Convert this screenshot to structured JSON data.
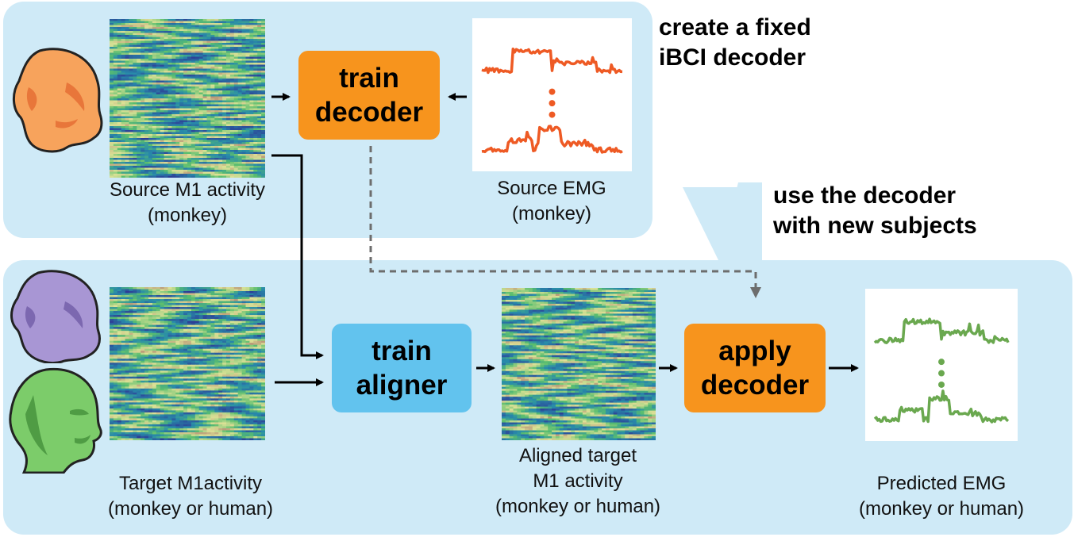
{
  "boxes": {
    "train_decoder": "train\ndecoder",
    "train_aligner": "train\naligner",
    "apply_decoder": "apply\ndecoder"
  },
  "labels": {
    "source_m1": "Source M1 activity\n(monkey)",
    "source_emg": "Source EMG\n(monkey)",
    "target_m1": "Target M1activity\n(monkey or human)",
    "aligned_m1": "Aligned target\nM1 activity\n(monkey or human)",
    "predicted_emg": "Predicted EMG\n(monkey or human)"
  },
  "notes": {
    "fixed_decoder": "create a fixed\niBCI decoder",
    "new_subjects": "use the decoder\nwith new subjects"
  },
  "colors": {
    "panel": "#cfeaf7",
    "decoder_box": "#f7941d",
    "aligner_box": "#62c3ee",
    "source_emg_trace": "#ee5a24",
    "predicted_emg_trace": "#6aa84f",
    "monkey_source": "#f7a35c",
    "monkey_target": "#a896d4",
    "human_target": "#7ccc6a"
  },
  "icons": {
    "source_subject": "monkey-head-icon",
    "target_subject_1": "monkey-head-icon",
    "target_subject_2": "human-head-icon"
  }
}
